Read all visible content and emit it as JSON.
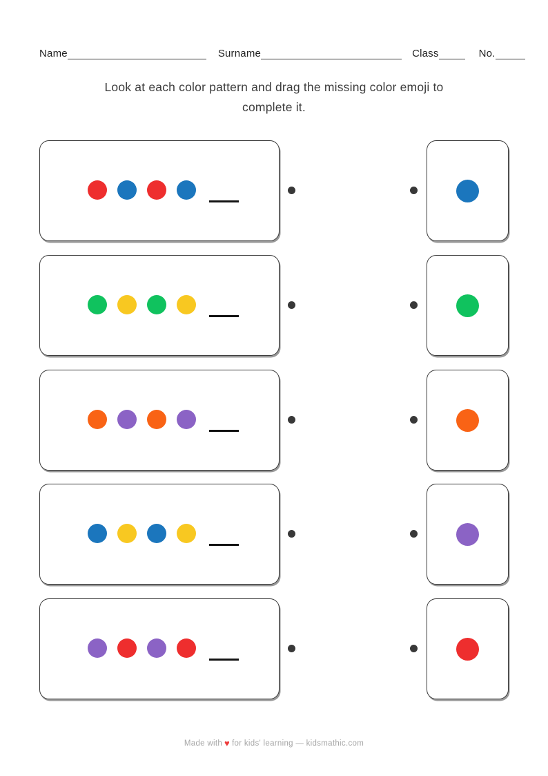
{
  "header": {
    "name_label": "Name",
    "surname_label": "Surname",
    "class_label": "Class",
    "no_label": "No."
  },
  "instructions": {
    "line1": "Look at each color pattern and drag the missing color emoji to",
    "line2": "complete it."
  },
  "palette": {
    "red": "#ee2e2e",
    "blue": "#1b76bd",
    "green": "#10c25e",
    "yellow": "#f8c821",
    "orange": "#f96315",
    "purple": "#8b63c5",
    "connector_dot": "#383838",
    "box_border": "#3a3a3a",
    "heart": "#ee3b3b"
  },
  "rows": [
    {
      "pattern": [
        "red",
        "blue",
        "red",
        "blue"
      ],
      "answer": "blue"
    },
    {
      "pattern": [
        "green",
        "yellow",
        "green",
        "yellow"
      ],
      "answer": "green"
    },
    {
      "pattern": [
        "orange",
        "purple",
        "orange",
        "purple"
      ],
      "answer": "orange"
    },
    {
      "pattern": [
        "blue",
        "yellow",
        "blue",
        "yellow"
      ],
      "answer": "purple"
    },
    {
      "pattern": [
        "purple",
        "red",
        "purple",
        "red"
      ],
      "answer": "red"
    }
  ],
  "footer": {
    "text_before_heart": "Made with",
    "heart_icon": "♥",
    "text_after_heart": "for kids' learning — kidsmathic.com"
  }
}
